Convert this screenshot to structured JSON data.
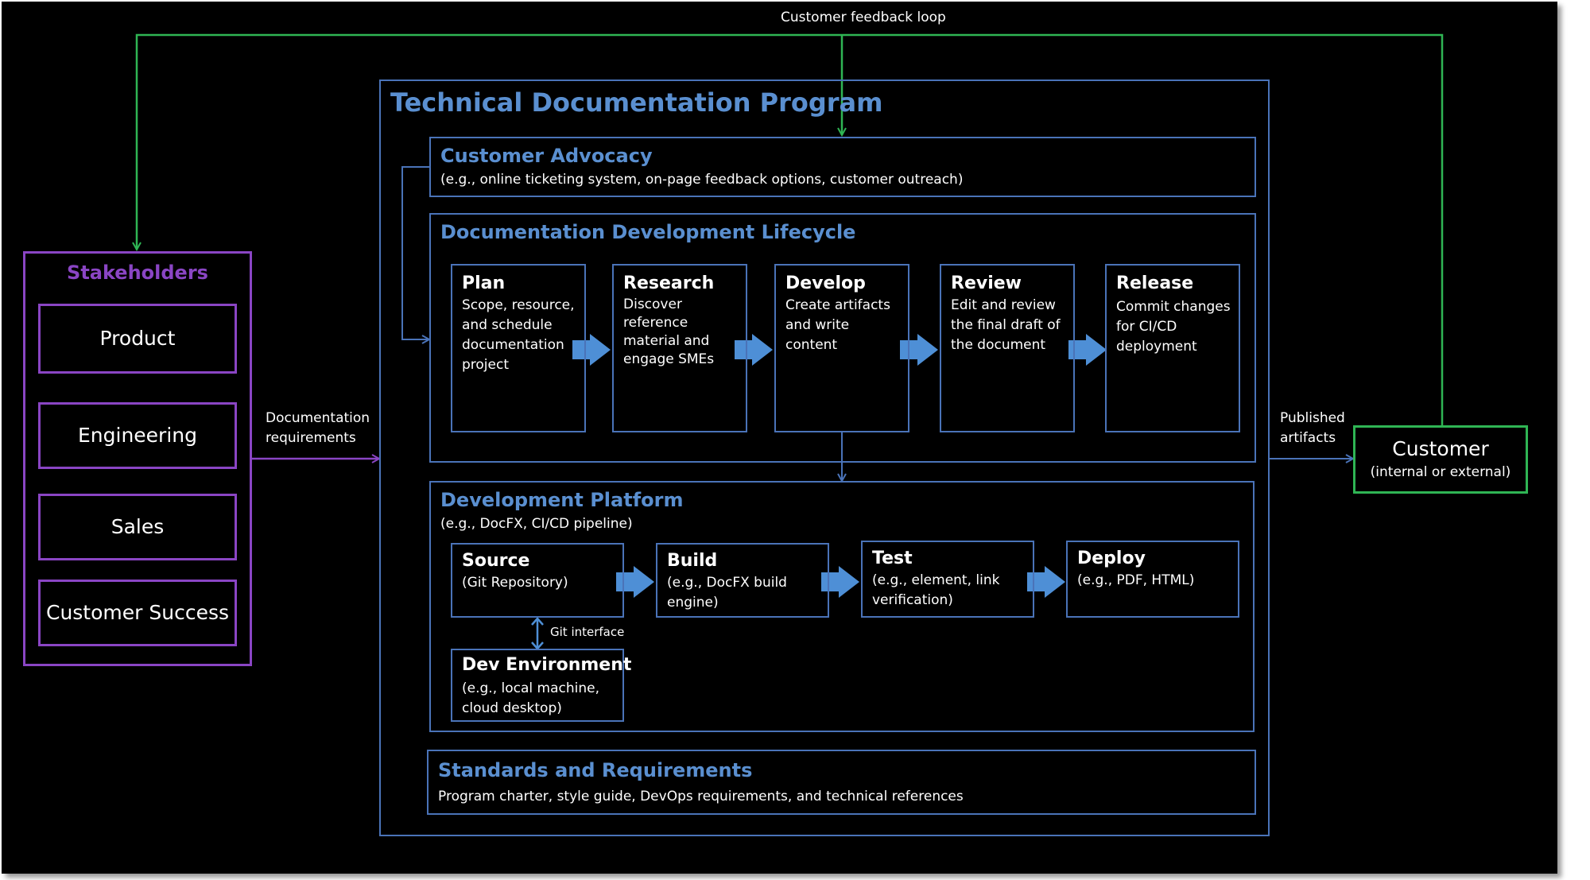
{
  "feedback_loop_label": "Customer feedback loop",
  "program": {
    "title": "Technical Documentation Program"
  },
  "advocacy": {
    "title": "Customer Advocacy",
    "desc": "(e.g., online ticketing system, on-page feedback options, customer outreach)"
  },
  "lifecycle": {
    "title": "Documentation Development Lifecycle",
    "stages": [
      {
        "title": "Plan",
        "desc": [
          "Scope, resource,",
          "and schedule",
          "documentation",
          "project"
        ]
      },
      {
        "title": "Research",
        "desc": [
          "Discover",
          "reference",
          "material and",
          "engage SMEs"
        ]
      },
      {
        "title": "Develop",
        "desc": [
          "Create artifacts",
          "and write",
          "content"
        ]
      },
      {
        "title": "Review",
        "desc": [
          "Edit and review",
          "the final draft of",
          "the document"
        ]
      },
      {
        "title": "Release",
        "desc": [
          "Commit changes",
          "for CI/CD",
          "deployment"
        ]
      }
    ]
  },
  "platform": {
    "title": "Development Platform",
    "desc": "(e.g., DocFX, CI/CD pipeline)",
    "stages": [
      {
        "title": "Source",
        "desc": [
          "(Git Repository)"
        ]
      },
      {
        "title": "Build",
        "desc": [
          "(e.g., DocFX build",
          "engine)"
        ]
      },
      {
        "title": "Test",
        "desc": [
          "(e.g., element, link",
          "verification)"
        ]
      },
      {
        "title": "Deploy",
        "desc": [
          "(e.g., PDF, HTML)"
        ]
      }
    ],
    "git_interface_label": "Git interface",
    "dev_env": {
      "title": "Dev Environment",
      "desc": [
        "(e.g., local machine,",
        "cloud desktop)"
      ]
    }
  },
  "standards": {
    "title": "Standards and Requirements",
    "desc": "Program charter, style guide, DevOps requirements, and technical references"
  },
  "stakeholders": {
    "title": "Stakeholders",
    "items": [
      "Product",
      "Engineering",
      "Sales",
      "Customer Success"
    ]
  },
  "doc_requirements_label": [
    "Documentation",
    "requirements"
  ],
  "published_label": [
    "Published",
    "artifacts"
  ],
  "customer": {
    "title": "Customer",
    "subtitle": "(internal or external)"
  },
  "colors": {
    "background": "#000000",
    "blue_border": "#4a73b8",
    "heading_blue": "#5a8fd0",
    "arrow_blue": "#4e8fd6",
    "purple": "#8a45c4",
    "green": "#2fb554"
  }
}
